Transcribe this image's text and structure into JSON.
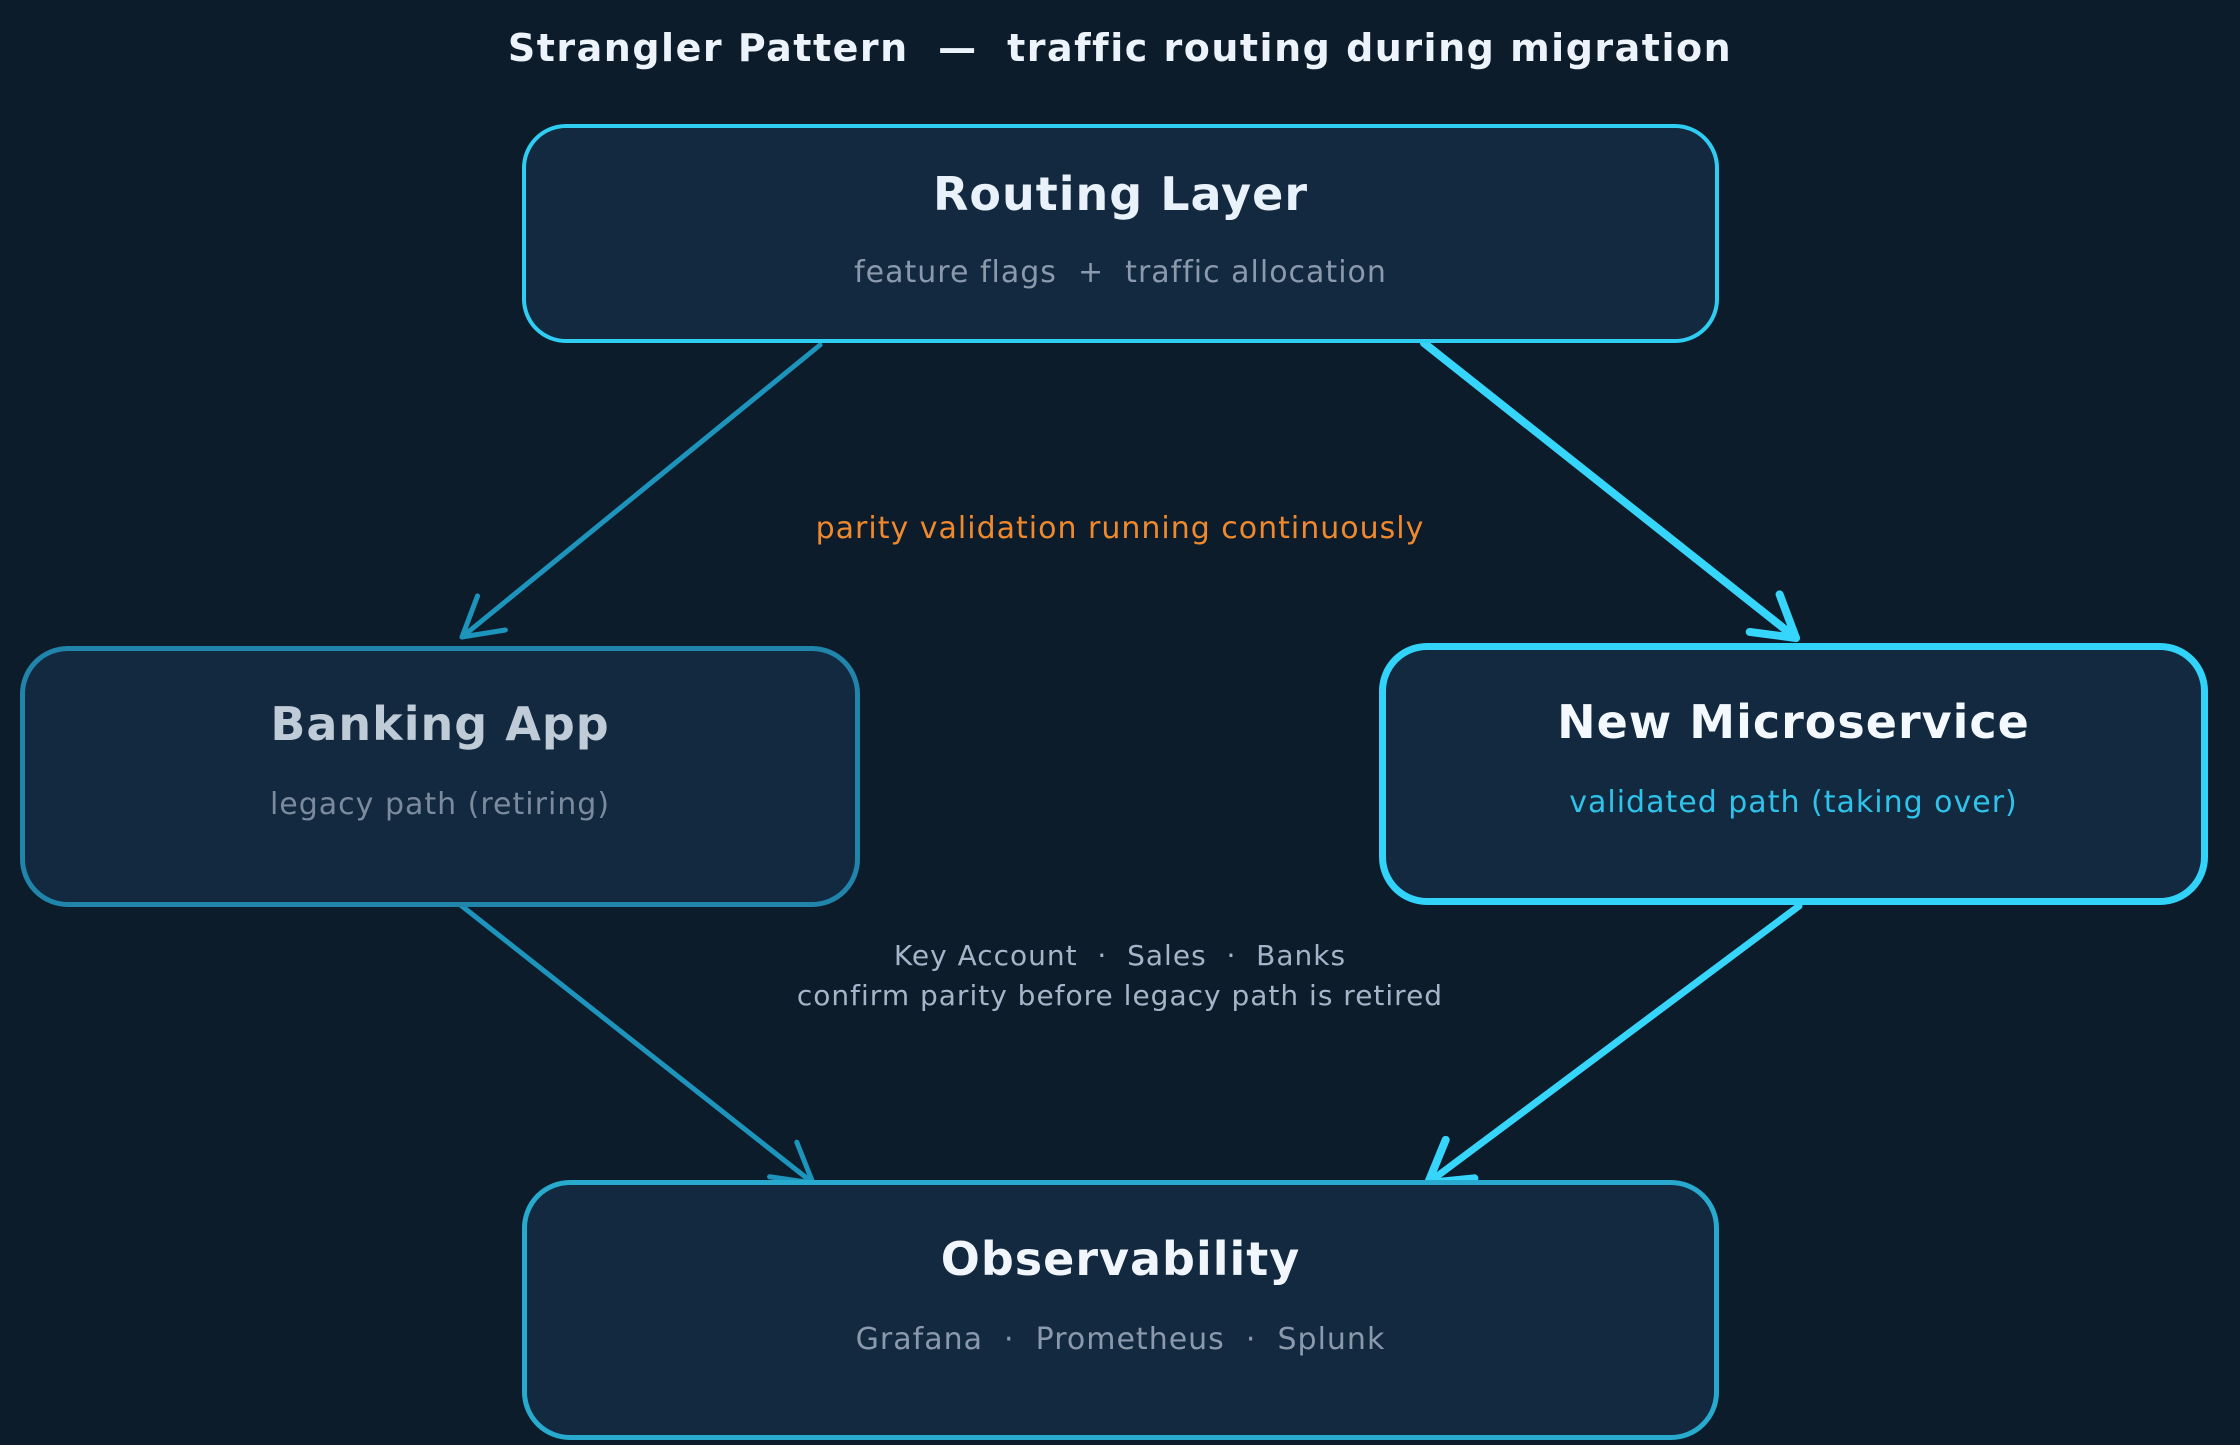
{
  "title": "Strangler Pattern  —  traffic routing during migration",
  "nodes": {
    "routing": {
      "title": "Routing Layer",
      "subtitle": "feature flags  +  traffic allocation"
    },
    "banking": {
      "title": "Banking App",
      "subtitle": "legacy path (retiring)"
    },
    "microservice": {
      "title": "New Microservice",
      "subtitle": "validated path (taking over)"
    },
    "observability": {
      "title": "Observability",
      "subtitle": "Grafana  ·  Prometheus  ·  Splunk"
    }
  },
  "annotations": {
    "parity_note": "parity validation running continuously",
    "stakeholder_note_line1": "Key Account  ·  Sales  ·  Banks",
    "stakeholder_note_line2": "confirm parity before legacy path is retired"
  },
  "edges": [
    {
      "from": "routing",
      "to": "banking",
      "style": "muted"
    },
    {
      "from": "routing",
      "to": "microservice",
      "style": "bright"
    },
    {
      "from": "banking",
      "to": "observability",
      "style": "muted"
    },
    {
      "from": "microservice",
      "to": "observability",
      "style": "bright"
    }
  ],
  "colors": {
    "background": "#0d1c2b",
    "node_fill": "#122940",
    "routing_border": "#2fcdf2",
    "banking_border": "#2184ab",
    "microservice_border": "#31d3f9",
    "observability_border": "#27aacd",
    "arrow_muted": "#1d94bc",
    "arrow_bright": "#36d6fc",
    "title_text": "#edf3fa",
    "routing_title": "#e9f1fa",
    "banking_title": "#c0cbd8",
    "microservice_title": "#f3f9fe",
    "observability_title": "#f0f6fc",
    "muted_gray_text": "#8b99ac",
    "legacy_gray_text": "#7b8a9d",
    "note_slate_text": "#a6b4ca",
    "orange_text": "#f0892d",
    "cyan_text": "#2fc3ea"
  }
}
